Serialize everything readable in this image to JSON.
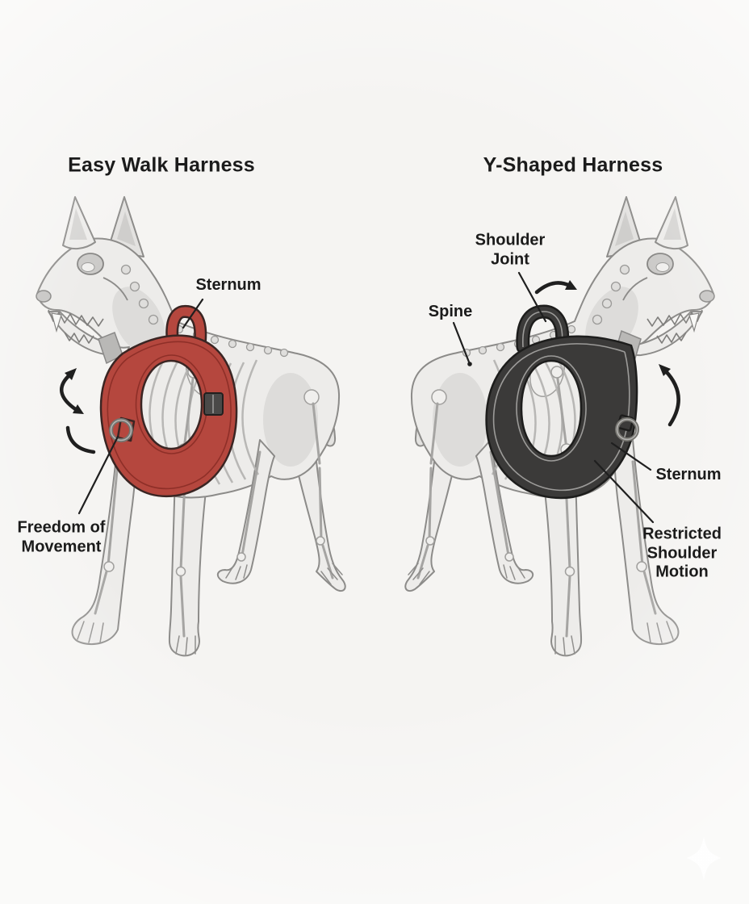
{
  "colors": {
    "background": "#f5f4f2",
    "text": "#1b1b1b",
    "annotation": "#1f1f1f",
    "harness_left": "#b5473e",
    "harness_left_stitch": "#8e2f28",
    "harness_left_outline": "#3a2523",
    "harness_right": "#3b3a39",
    "harness_right_stitch": "#9c9b99",
    "harness_right_outline": "#1d1d1c",
    "metal_gray": "#75746f",
    "dog_fill": "#edecea",
    "dog_outline": "#8c8b89"
  },
  "diagram": {
    "left_panel": {
      "title": "Easy Walk Harness",
      "labels": {
        "sternum": "Sternum",
        "freedom": {
          "line1": "Freedom of",
          "line2": "Movement"
        }
      }
    },
    "right_panel": {
      "title": "Y-Shaped Harness",
      "labels": {
        "shoulder_joint": {
          "line1": "Shoulder",
          "line2": "Joint"
        },
        "spine": "Spine",
        "sternum": "Sternum",
        "restricted": {
          "line1": "Restricted",
          "line2": "Shoulder",
          "line3": "Motion"
        }
      }
    }
  }
}
